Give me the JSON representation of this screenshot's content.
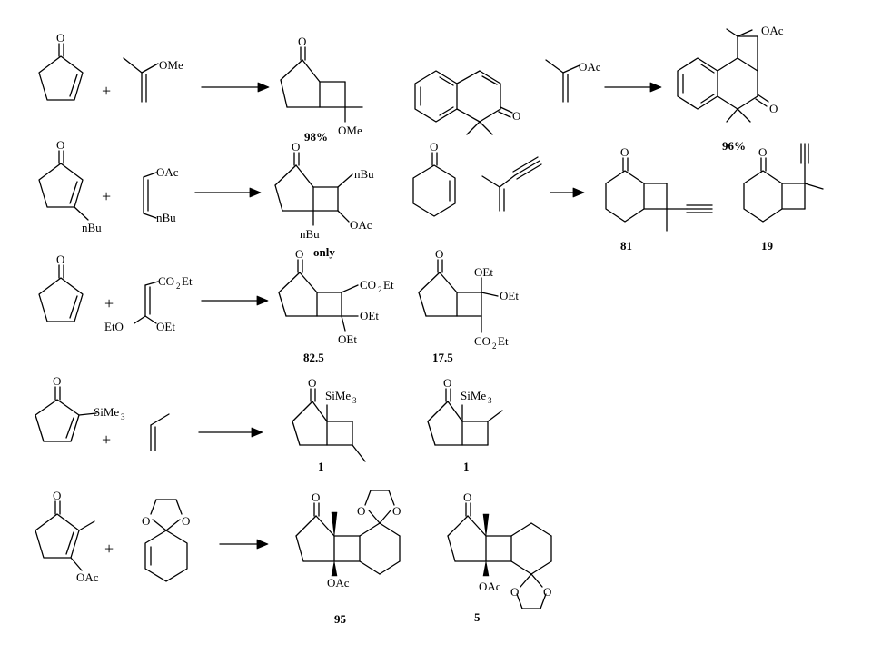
{
  "atoms": {
    "o": "O",
    "ome": "OMe",
    "oac": "OAc",
    "nbu": "nBu",
    "co2": "CO",
    "two": "2",
    "et": "Et",
    "oet": "OEt",
    "eto": "EtO",
    "sime": "SiMe",
    "three": "3"
  },
  "plus": "+",
  "yields": {
    "r1a": "98%",
    "r1b": "96%",
    "r2a": "only",
    "r2b_major": "81",
    "r2b_minor": "19",
    "r3_major": "82.5",
    "r3_minor": "17.5",
    "r4_a": "1",
    "r4_b": "1",
    "r5_major": "95",
    "r5_minor": "5"
  }
}
